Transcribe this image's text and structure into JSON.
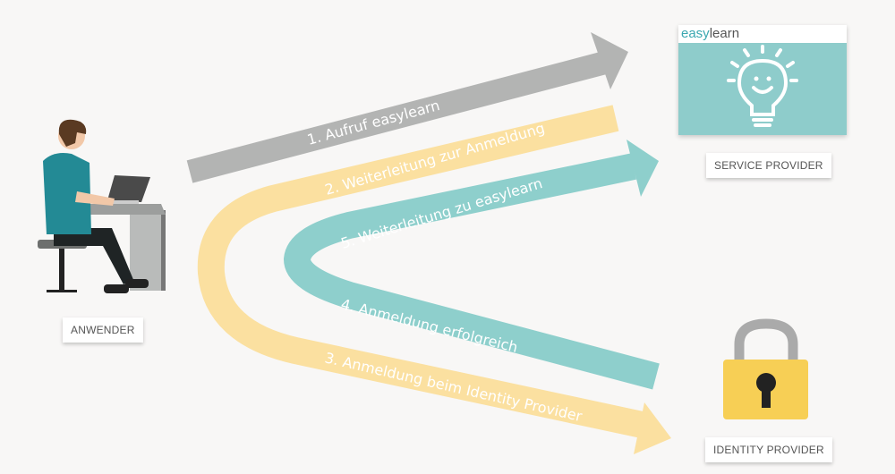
{
  "actors": {
    "user": "ANWENDER",
    "service_provider": "SERVICE PROVIDER",
    "identity_provider": "IDENTITY PROVIDER"
  },
  "logo": {
    "part1": "easy",
    "part2": "learn"
  },
  "steps": [
    {
      "label": "1. Aufruf easylearn",
      "color": "#b3b4b3"
    },
    {
      "label": "2. Weiterleitung zur Anmeldung",
      "color": "#fbe0a0"
    },
    {
      "label": "3. Anmeldung beim Identity Provider",
      "color": "#fbe0a0"
    },
    {
      "label": "4. Anmeldung erfolgreich",
      "color": "#8ecfcc"
    },
    {
      "label": "5. Weiterleitung zu easylearn",
      "color": "#8ecfcc"
    }
  ]
}
